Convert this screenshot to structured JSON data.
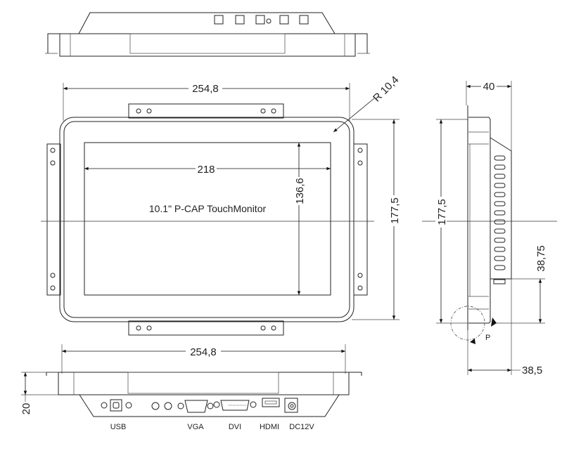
{
  "drawing": {
    "title": "10.1\" P-CAP TouchMonitor",
    "dimensions": {
      "front_width": "254,8",
      "bottom_width": "254,8",
      "screen_width": "218",
      "screen_height": "136,6",
      "front_height": "177,5",
      "corner_radius": "R 10,4",
      "side_height": "177,5",
      "side_depth": "40",
      "side_depth_bezel": "38,5",
      "side_offset": "38,75",
      "bottom_depth": "20",
      "detail_marker": "P"
    },
    "connectors": [
      {
        "label": "USB"
      },
      {
        "label": "VGA"
      },
      {
        "label": "DVI"
      },
      {
        "label": "HDMI"
      },
      {
        "label": "DC12V"
      }
    ]
  }
}
